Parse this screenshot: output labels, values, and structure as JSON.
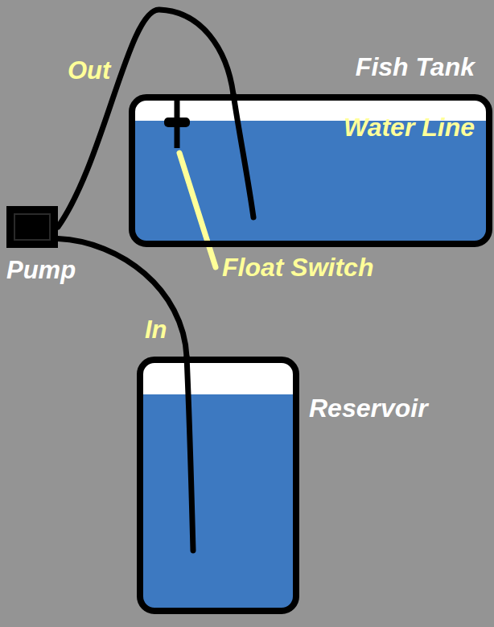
{
  "diagram": {
    "nodes": [
      {
        "text": [
          "Fish Tank",
          "Water Line"
        ]
      },
      {
        "text": [
          "Pump"
        ]
      },
      {
        "text": [
          "Reservoir"
        ]
      }
    ],
    "edges": [
      {
        "from": 1,
        "to": 0,
        "arrow": "none",
        "label": "Out"
      },
      {
        "from": 2,
        "to": 1,
        "arrow": "none",
        "label": "In"
      }
    ],
    "labels": [
      "Float Switch"
    ]
  }
}
